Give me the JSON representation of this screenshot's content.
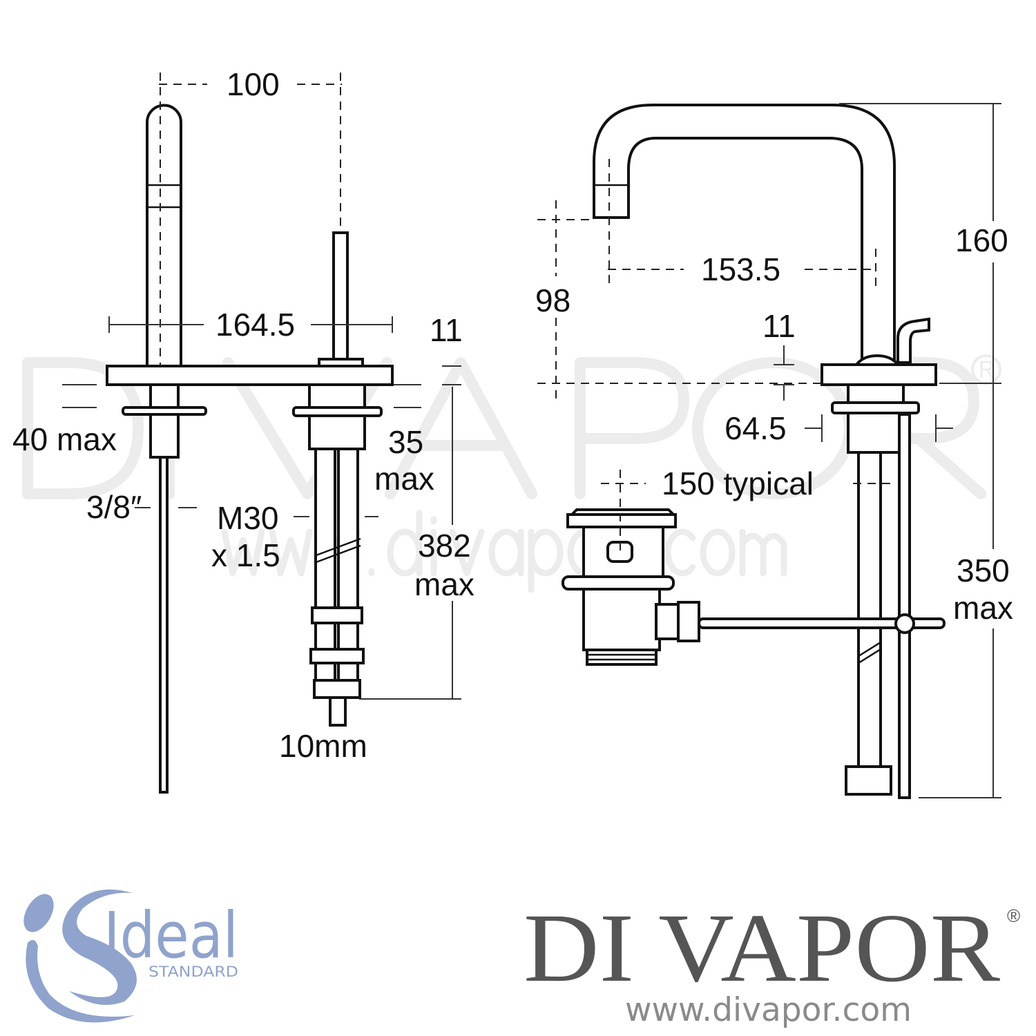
{
  "watermark": {
    "brand": "DI VAPOR",
    "registered": "®",
    "url": "www.divapor.com"
  },
  "left_view": {
    "dim_spout_to_valve": "100",
    "dim_plate_width": "164.5",
    "dim_plate_thickness": "11",
    "dim_left_deck": "40 max",
    "dim_right_deck_1": "35",
    "dim_right_deck_2": "max",
    "dim_rod": "3/8″",
    "dim_thread_1": "M30",
    "dim_thread_2": "x 1.5",
    "dim_hose_1": "382",
    "dim_hose_2": "max",
    "dim_tail": "10mm"
  },
  "right_view": {
    "dim_height": "160",
    "dim_reach": "153.5",
    "dim_outlet_height": "98",
    "dim_base_thickness": "11",
    "dim_base": "64.5",
    "dim_waste_distance": "150 typical",
    "dim_rod_1": "350",
    "dim_rod_2": "max"
  },
  "logos": {
    "ideal_word": "Ideal",
    "ideal_sub": "STANDARD",
    "ideal_color": "#8fa3cc",
    "divapor_brand": "DI VAPOR",
    "divapor_registered": "®",
    "divapor_url": "www.divapor.com",
    "divapor_color": "#555555"
  }
}
